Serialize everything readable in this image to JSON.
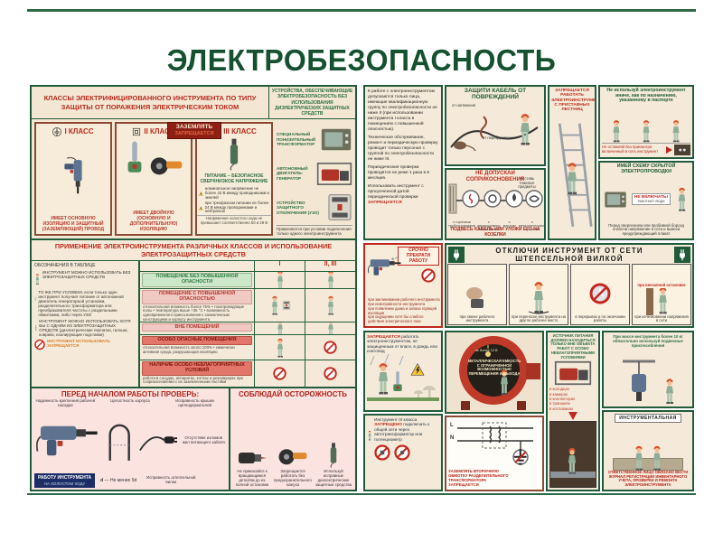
{
  "title": "ЭЛЕКТРОБЕЗОПАСНОСТЬ",
  "left": {
    "classes": {
      "header": "КЛАССЫ ЭЛЕКТРИФИЦИРОВАННОГО ИНСТРУМЕНТА ПО ТИПУ ЗАЩИТЫ ОТ ПОРАЖЕНИЯ ЭЛЕКТРИЧЕСКИМ ТОКОМ",
      "devices_header": "УСТРОЙСТВА, ОБЕСПЕЧИВАЮЩИЕ ЭЛЕКТРОБЕЗОПАСНОСТЬ БЕЗ ИСПОЛЬЗОВАНИЯ ДИЭЛЕКТРИЧЕСКИХ ЗАЩИТНЫХ СРЕДСТВ",
      "card1": {
        "label": "I КЛАСС",
        "caption": "ИМЕЕТ ОСНОВНУЮ ИЗОЛЯЦИЮ И ЗАЩИТНЫЙ (ЗАЗЕМЛЯЮЩИЙ) ПРОВОД"
      },
      "card2": {
        "label": "II КЛАСС",
        "badge1": "ЗАЗЕМЛЯТЬ",
        "badge2": "ЗАПРЕЩАЕТСЯ",
        "caption": "ИМЕЕТ ДВОЙНУЮ (ОСНОВНУЮ И ДОПОЛНИТЕЛЬНУЮ) ИЗОЛЯЦИЮ"
      },
      "card3": {
        "label": "III КЛАСС",
        "caption": "ПИТАНИЕ – БЕЗОПАСНОЕ СВЕРХНИЗКОЕ НАПРЯЖЕНИЕ",
        "note1": "номинальное напряжение не более 42 В между проводниками и землей",
        "note2": "при трехфазном питании не более 24 В между проводниками и нейтралью",
        "footer": "Напряжение холостого хода не превышает соответственно 50 и 29 В"
      },
      "device1": "СПЕЦИАЛЬНЫЙ ПОНИЗИТЕЛЬНЫЙ ТРАНСФОРМАТОР",
      "device2": "АВТОНОМНЫЙ ДВИГАТЕЛЬ-ГЕНЕРАТОР",
      "device3": "УСТРОЙСТВО ЗАЩИТНОГО ОТКЛЮЧЕНИЯ (УЗО)",
      "devices_footer": "Применяются при условии подключения только одного электроинструмента"
    },
    "usage": {
      "header": "ПРИМЕНЕНИЕ ЭЛЕКТРОИНСТРУМЕНТА РАЗЛИЧНЫХ КЛАССОВ И ИСПОЛЬЗОВАНИЕ ЭЛЕКТРОЗАЩИТНЫХ СРЕДСТВ",
      "legend_title": "ОБОЗНАЧЕНИЯ В ТАБЛИЦЕ",
      "legend1": "ИНСТРУМЕНТ МОЖНО ИСПОЛЬЗОВАТЬ БЕЗ ЭЛЕКТРОЗАЩИТНЫХ СРЕДСТВ",
      "legend2": "ТО ЖЕ ПРИ УСЛОВИИ, если только один инструмент получает питание от автономной двигатель-генераторной установки, разделительного трансформатора или преобразователя частоты с раздельными обмотками, либо через УЗО",
      "legend3": "ИНСТРУМЕНТ МОЖНО ИСПОЛЬЗОВАТЬ ХОТЯ БЫ С ОДНИМ ИЗ ЭЛЕКТРОЗАЩИТНЫХ СРЕДСТВ (диэлектрические перчатки, галоши, коврики, изолирующие подставки)",
      "legend4": "ИНСТРУМЕНТ ИСПОЛЬЗОВАТЬ ЗАПРЕЩАЕТСЯ",
      "col1": "I",
      "col2": "II, III",
      "row1": "ПОМЕЩЕНИЕ БЕЗ ПОВЫШЕННОЙ ОПАСНОСТИ",
      "row2": "ПОМЕЩЕНИЕ С ПОВЫШЕННОЙ ОПАСНОСТЬЮ",
      "row2_notes": "относительная влажность более 75% • токопроводящие полы • температура выше +35 °C • возможность одновременного прикосновения к заземленным конструкциям и корпусу инструмента",
      "row3": "ВНЕ ПОМЕЩЕНИЙ",
      "row4": "ОСОБО ОПАСНЫЕ ПОМЕЩЕНИЯ",
      "row4_notes": "относительная влажность около 100% • химически активная среда, разрушающая изоляцию",
      "row5": "НАЛИЧИЕ ОСОБО НЕБЛАГОПРИЯТНЫХ УСЛОВИЙ",
      "row5_notes": "работа в сосудах, аппаратах, котлах и резервуарах при соприкосновении с их заземленными частями"
    },
    "check": {
      "header": "ПЕРЕД НАЧАЛОМ РАБОТЫ ПРОВЕРЬ:",
      "c1": "Надежность крепления рабочей насадки",
      "c2": "Целостность корпуса",
      "c3": "Исправность крышек щеткодержателей",
      "c4": "Отсутствие изломов жил питающего кабеля",
      "c5": "Исправность штепсельной вилки",
      "d_label": "d",
      "loop_note": "Не менее 5d",
      "idle1": "РАБОТУ ИНСТРУМЕНТА",
      "idle2": "НА ХОЛОСТОМ ХОДУ"
    },
    "caution": {
      "header": "СОБЛЮДАЙ ОСТОРОЖНОСТЬ",
      "cap1": "Не прикасайся к вращающимся деталям до их полной остановки",
      "cap2": "Запрещается работать без предохранительного кожуха",
      "cap3": "Используй исправные диэлектрические защитные средства"
    }
  },
  "right": {
    "intro": {
      "p1": "К работе с электроинструментом допускаются только лица, имеющие квалификационную группу по электробезопасности не ниже II (при использовании инструмента I класса в помещениях с повышенной опасностью).",
      "p2": "Техническое обслуживание, ремонт и периодическую проверку проводит только персонал с группой по электробезопасности не ниже III.",
      "p3": "Периодические проверки проводятся не реже 1 раза в 6 месяцев.",
      "p4": "Использовать инструмент с просроченной датой периодической проверки",
      "p4_em": "ЗАПРЕЩАЕТСЯ"
    },
    "cable": {
      "header": "ЗАЩИТИ КАБЕЛЬ ОТ ПОВРЕЖДЕНИЙ",
      "label1": "от натяжения",
      "label2": "от перекручивания"
    },
    "contact": {
      "header": "НЕ ДОПУСКАЙ СОПРИКОСНОВЕНИЯ",
      "c1": "с горячими трубопроводами",
      "c2": "с движущимися механизмами",
      "c3": "с маслом",
      "c4": "с металлическими тросами",
      "note": "не ставь тяжелые предметы",
      "banner": "ПОДВЕСЬ КАБЕЛЬ ИЛИ УЛОЖИ ЕГО НА КОЗЕЛКИ"
    },
    "ladder": {
      "header": "ЗАПРЕЩАЕТСЯ РАБОТАТЬ ЭЛЕКТРОИНСТРУМЕНТОМ С ПРИСТАВНЫХ ЛЕСТНИЦ"
    },
    "purpose": {
      "header": "Не используй электроинструмент иначе, как по назначению, указанному в паспорте",
      "footer": "Не оставляй без присмотра включенный в сеть инструмент"
    },
    "wiring": {
      "header": "ИМЕЙ СХЕМУ СКРЫТОЙ ЭЛЕКТРОПРОВОДКИ",
      "sign1": "НЕ ВКЛЮЧАТЬ!",
      "sign2": "РАБОТАЮТ ЛЮДИ",
      "note": "Перед сверлением или пробивкой борозд отключи напряжение в сети и вывеси предупреждающий плакат"
    },
    "unplug": {
      "header": "ОТКЛЮЧИ ИНСТРУМЕНТ ОТ СЕТИ ШТЕПСЕЛЬНОЙ ВИЛКОЙ",
      "stop_title": "СРОЧНО ПРЕКРАТИ РАБОТУ",
      "stop1": "при заклинивании рабочего инструмента",
      "stop2": "при неисправности инструмента",
      "stop3": "при появлении дыма и запаха горящей изоляции",
      "stop4": "при ощущении хотя бы слабого действия электрического тока",
      "cap1": "при смене рабочего инструмента",
      "cap2": "при переноске инструмента на другое рабочее место",
      "cap3": "в перерывах и по окончании работы",
      "cap4a": "при внезапной остановке",
      "cap4b": "при исчезновении напряжения в сети"
    },
    "rain": {
      "em": "ЗАПРЕЩАЕТСЯ",
      "text": "работать электроинструментом, не защищенным от влаги, в дождь или снегопад"
    },
    "class3": {
      "t1": "Инструмент III класса",
      "em": "ЗАПРЕЩЕНО",
      "t2": "подключать к общей сети через автотрансформатор или потенциометр"
    },
    "tank": {
      "caption": "МЕТАЛЛИЧЕСКАЯ ЕМКОСТЬ С ОГРАНИЧЕННОЙ ВОЗМОЖНОСТЬЮ ПЕРЕМЕЩЕНИЯ И ВЫХОДА",
      "lamp": "не более 12 В"
    },
    "schematic": {
      "l": "L",
      "n": "N",
      "text": "ЗАЗЕМЛЯТЬ ВТОРИЧНУЮ ОБМОТКУ РАЗДЕЛИТЕЛЬНОГО ТРАНСФОРМАТОРА",
      "em": "ЗАПРЕЩАЕТСЯ"
    },
    "source": {
      "text": "ИСТОЧНИК ПИТАНИЯ ДОЛЖЕН НАХОДИТЬСЯ ТОЛЬКО ВНЕ ОБЪЕКТА РАБОТ С ОСОБО НЕБЛАГОПРИЯТНЫМИ УСЛОВИЯМИ",
      "l1": "в колодцах",
      "l2": "в камерах",
      "l3": "в коллекторах",
      "l4": "в траншеях",
      "l5": "в котлованах"
    },
    "heavy": {
      "text": "При массе инструмента более 10 кг обязательно используй подвесные приспособления"
    },
    "toolroom": {
      "sign": "ИНСТРУМЕНТАЛЬНАЯ",
      "text": "ОТВЕТСТВЕННОЕ ЛИЦО ОБЯЗАНО ВЕСТИ ЖУРНАЛ РЕГИСТРАЦИИ ИНВЕНТАРНОГО УЧЕТА, ПРОВЕРКИ И РЕМОНТА ЭЛЕКТРОИНСТРУМЕНТА"
    }
  }
}
